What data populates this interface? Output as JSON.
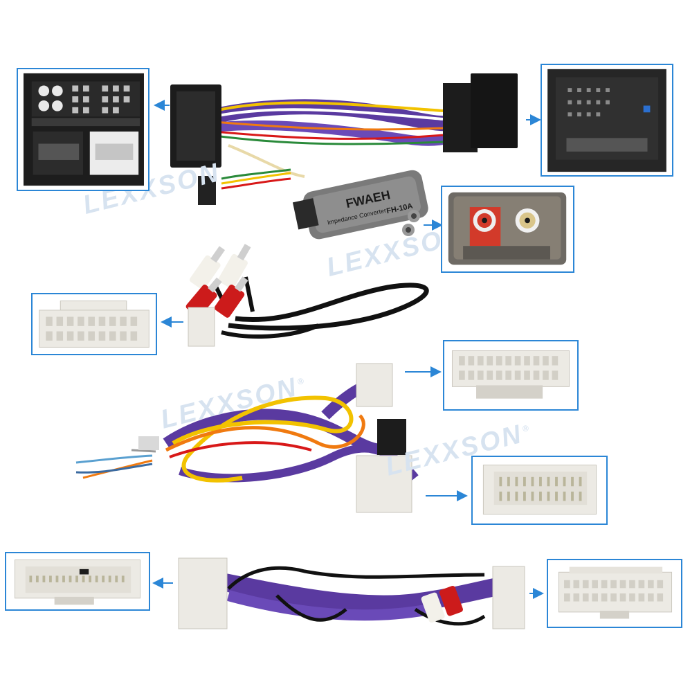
{
  "watermark": {
    "brand": "LEXXSON",
    "mark": "®"
  },
  "converter_label": {
    "brand": "FWAEH",
    "type": "Impedance Converter",
    "model": "FH-10A"
  },
  "colors": {
    "frame": "#2b86d6",
    "harness_purple": "#5a3aa0",
    "wire_yellow": "#f2c200",
    "wire_orange": "#f07a10",
    "wire_red": "#d81818",
    "rca_red": "#cc1b1b",
    "rca_white": "#f3f1ea",
    "connector_black": "#1c1c1c",
    "connector_white": "#eceae4"
  },
  "components": [
    "quadlock-female-connector",
    "quadlock-male-connector",
    "impedance-converter",
    "rca-output-jacks",
    "rca-audio-cable",
    "white-multipin-connectors"
  ]
}
